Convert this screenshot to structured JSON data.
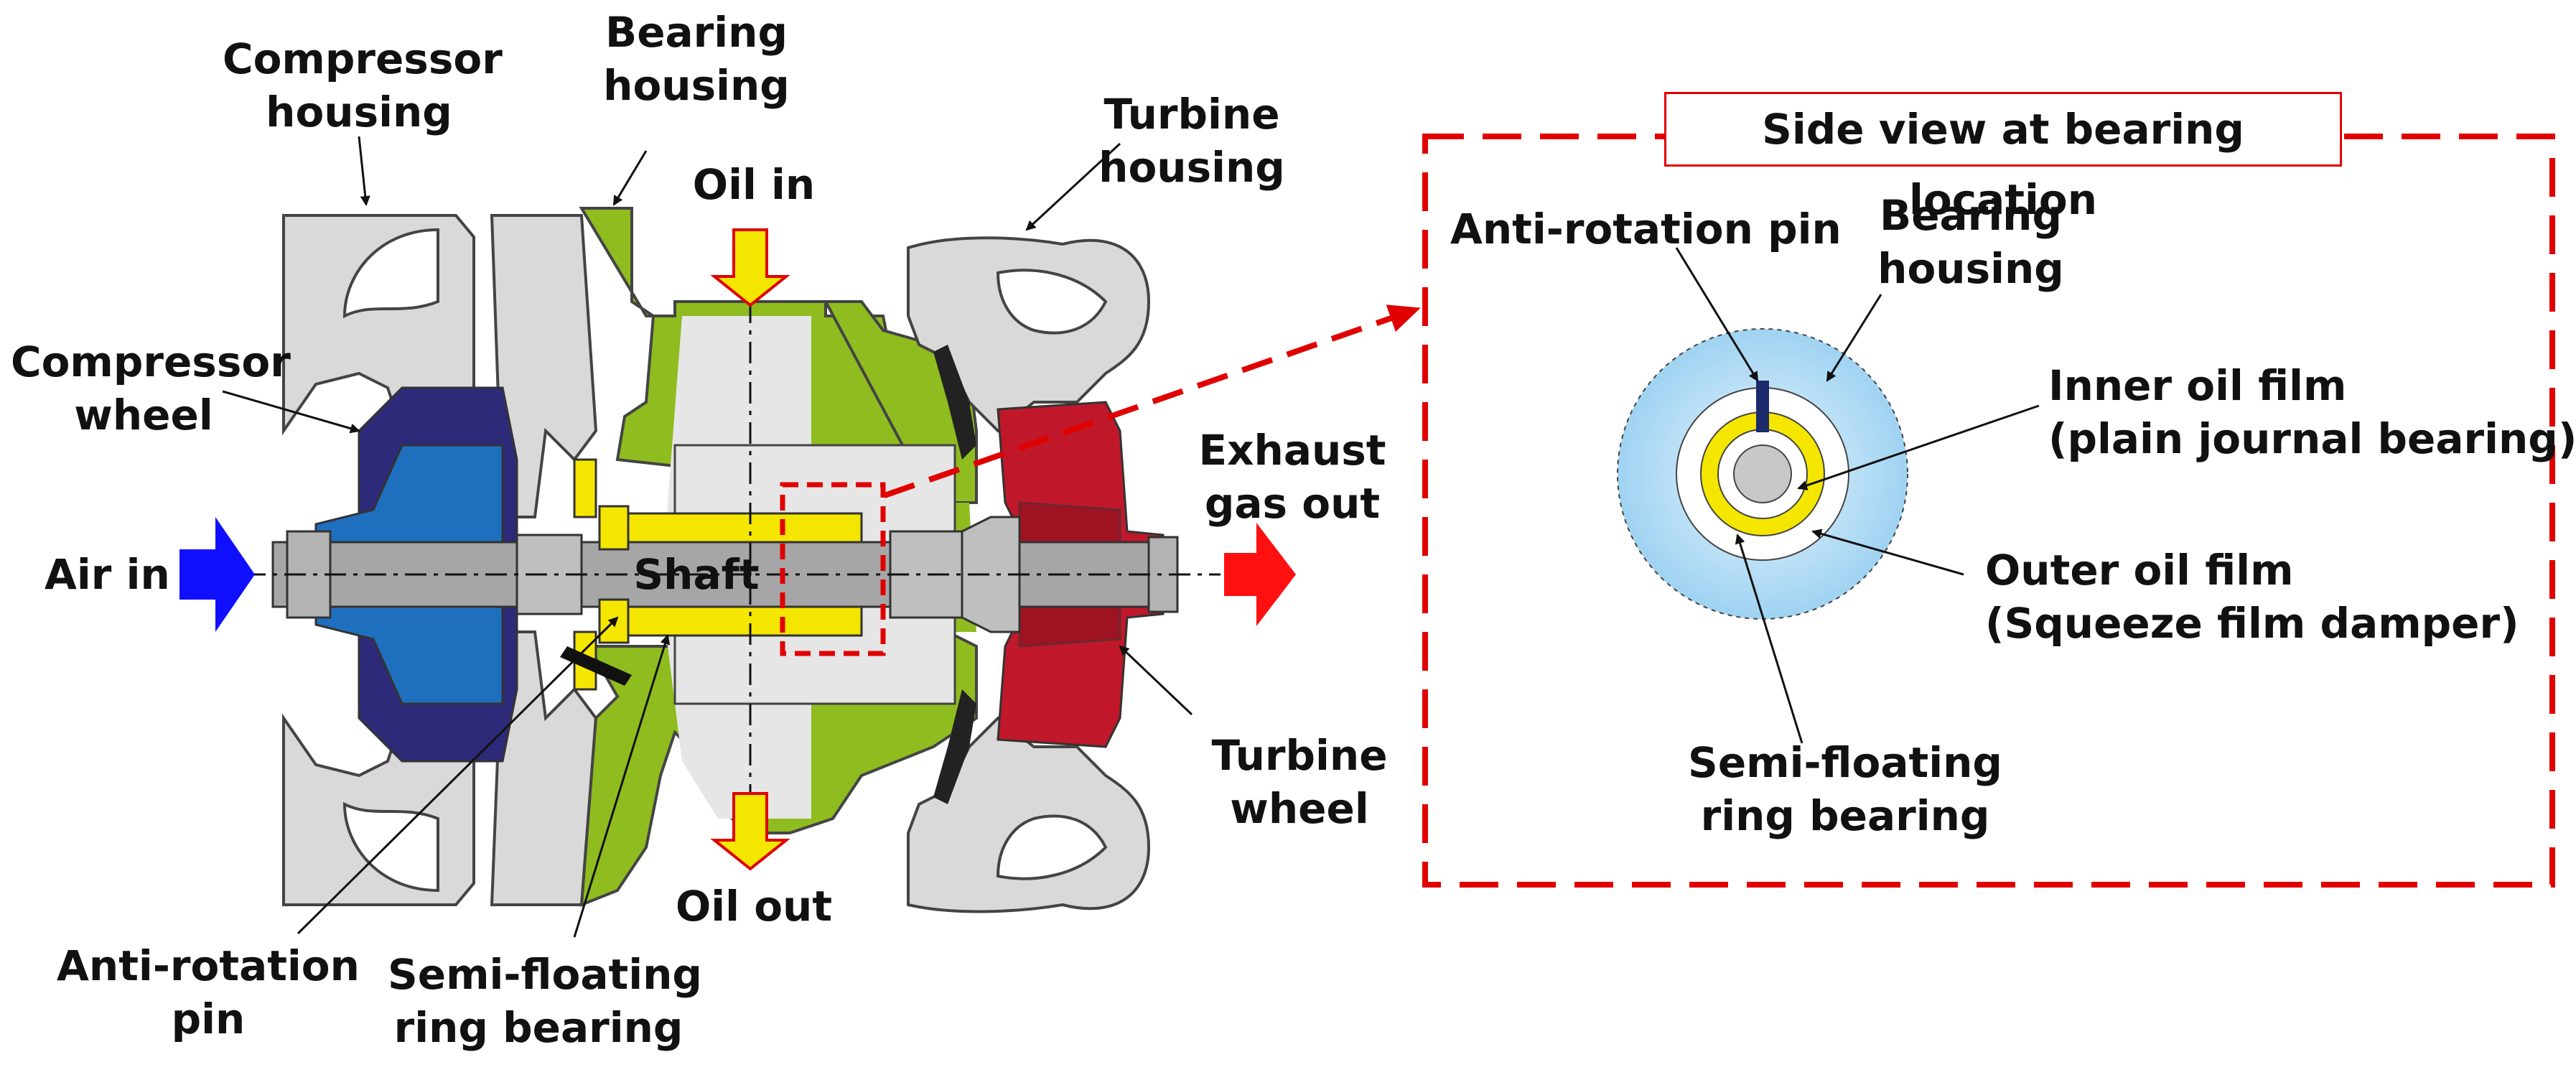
{
  "labels": {
    "compressor_housing": [
      "Compressor",
      "housing"
    ],
    "bearing_housing": [
      "Bearing",
      "housing"
    ],
    "oil_in": "Oil in",
    "turbine_housing": [
      "Turbine",
      "housing"
    ],
    "compressor_wheel": [
      "Compressor",
      "wheel"
    ],
    "air_in": "Air in",
    "shaft": "Shaft",
    "exhaust_gas_out": [
      "Exhaust",
      "gas out"
    ],
    "turbine_wheel": [
      "Turbine",
      "wheel"
    ],
    "oil_out": "Oil out",
    "anti_rotation_pin": [
      "Anti-rotation",
      "pin"
    ],
    "semi_floating_ring_bearing": [
      "Semi-floating",
      "ring bearing"
    ]
  },
  "inset": {
    "title": "Side view at bearing location",
    "anti_rotation_pin": "Anti-rotation pin",
    "bearing_housing": [
      "Bearing",
      "housing"
    ],
    "inner_oil_film": [
      "Inner oil film",
      "(plain journal bearing)"
    ],
    "outer_oil_film": [
      "Outer oil film",
      "(Squeeze film damper)"
    ],
    "semi_floating_ring_bearing": [
      "Semi-floating",
      "ring bearing"
    ]
  },
  "colors": {
    "housing_gray": "#d9d9d9",
    "bearing_housing_green": "#8fbc1f",
    "compressor_wheel_blue": "#1f6fbf",
    "compressor_wheel_navy": "#2e2a7a",
    "turbine_wheel_red": "#c0182a",
    "shaft_gray": "#a6a6a6",
    "bearing_yellow": "#f5e600",
    "air_arrow_blue": "#1010ff",
    "exhaust_arrow_red": "#ff1010",
    "inset_border_red": "#e00000",
    "inset_housing_blue": "#bfe3f7"
  }
}
